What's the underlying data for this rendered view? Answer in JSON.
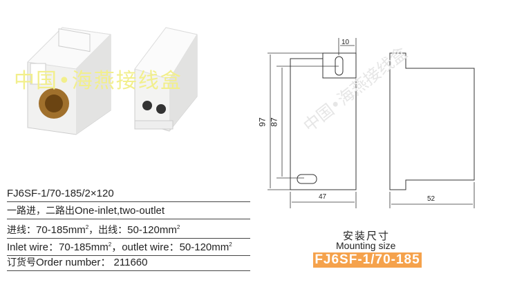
{
  "watermark": "中国•海燕接线盒",
  "spec_table": {
    "model": "FJ6SF-1/70-185/2×120",
    "config_cn": "一路进，二路出",
    "config_en": "One-inlet,two-outlet",
    "wire_cn_inlet_label": "进线：",
    "wire_cn_inlet": "70-185mm",
    "wire_cn_outlet_label": "，出线：",
    "wire_cn_outlet": "50-120mm",
    "wire_en_inlet_label": "Inlet wire：",
    "wire_en_inlet": "70-185mm",
    "wire_en_outlet_label": "，outlet wire：",
    "wire_en_outlet": "50-120mm",
    "squared": "2",
    "order_label_cn": "订货号",
    "order_label_en": "Order number：",
    "order_number": "211660"
  },
  "drawing": {
    "dim_top_slot": "10",
    "dim_height_total": "97",
    "dim_hole_spacing": "87",
    "dim_width": "47",
    "dim_depth": "52",
    "title_cn": "安装尺寸",
    "title_en": "Mounting size",
    "model_badge": "FJ6SF-1/70-185",
    "badge_color": "#f5a24c"
  }
}
